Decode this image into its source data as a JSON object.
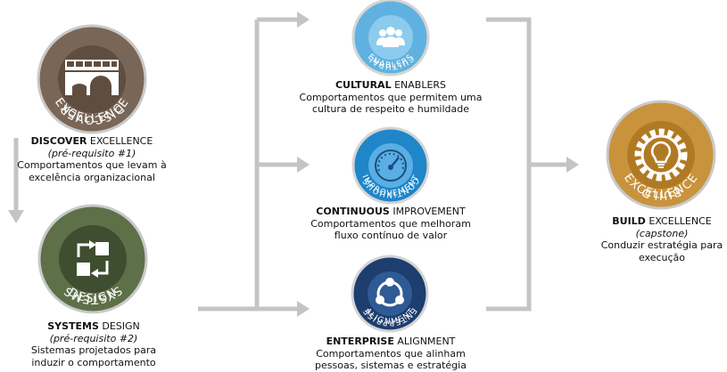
{
  "colors": {
    "arrow": "#c4c4c4",
    "discover": "#7a6656",
    "systems": "#5e7048",
    "cultural": "#5fb2e0",
    "continuous": "#1e86c9",
    "enterprise": "#1d3e6e",
    "build": "#c8933c"
  },
  "nodes": [
    {
      "id": "discover",
      "ring_top": "DISCOVER",
      "ring_bottom": "EXCELLENCE",
      "icon": "bridge-icon",
      "title_bold": "DISCOVER",
      "title_rest": " EXCELLENCE",
      "subtitle": "(pré-requisito #1)",
      "lines": [
        "Comportamentos que levam à",
        "excelência organizacional"
      ]
    },
    {
      "id": "systems",
      "ring_top": "SYSTEMS",
      "ring_bottom": "DESIGN",
      "icon": "flow-arrows-icon",
      "title_bold": "SYSTEMS",
      "title_rest": " DESIGN",
      "subtitle": "(pré-requisito #2)",
      "lines": [
        "Sistemas projetados para",
        "induzir o comportamento"
      ]
    },
    {
      "id": "cultural",
      "ring_top": "CULTURAL",
      "ring_bottom": "ENABLERS",
      "icon": "people-group-icon",
      "title_bold": "CULTURAL",
      "title_rest": " ENABLERS",
      "subtitle": "",
      "lines": [
        "Comportamentos que permitem uma",
        "cultura de respeito e humildade"
      ]
    },
    {
      "id": "continuous",
      "ring_top": "CONTINUOUS",
      "ring_bottom": "IMPROVEMENT",
      "icon": "speedometer-icon",
      "title_bold": "CONTINUOUS",
      "title_rest": " IMPROVEMENT",
      "subtitle": "",
      "lines": [
        "Comportamentos que melhoram",
        "fluxo contínuo de valor"
      ]
    },
    {
      "id": "enterprise",
      "ring_top": "ENTERPRISE",
      "ring_bottom": "ALIGNMENT",
      "icon": "network-icon",
      "title_bold": "ENTERPRISE",
      "title_rest": " ALIGNMENT",
      "subtitle": "",
      "lines": [
        "Comportamentos que alinham",
        "pessoas, sistemas e estratégia"
      ]
    },
    {
      "id": "build",
      "ring_top": "BUILD",
      "ring_bottom": "EXCELLENCE",
      "icon": "lightbulb-gear-icon",
      "title_bold": "BUILD",
      "title_rest": " EXCELLENCE",
      "subtitle": "(capstone)",
      "lines": [
        "Conduzir estratégia para",
        "execução"
      ]
    }
  ]
}
